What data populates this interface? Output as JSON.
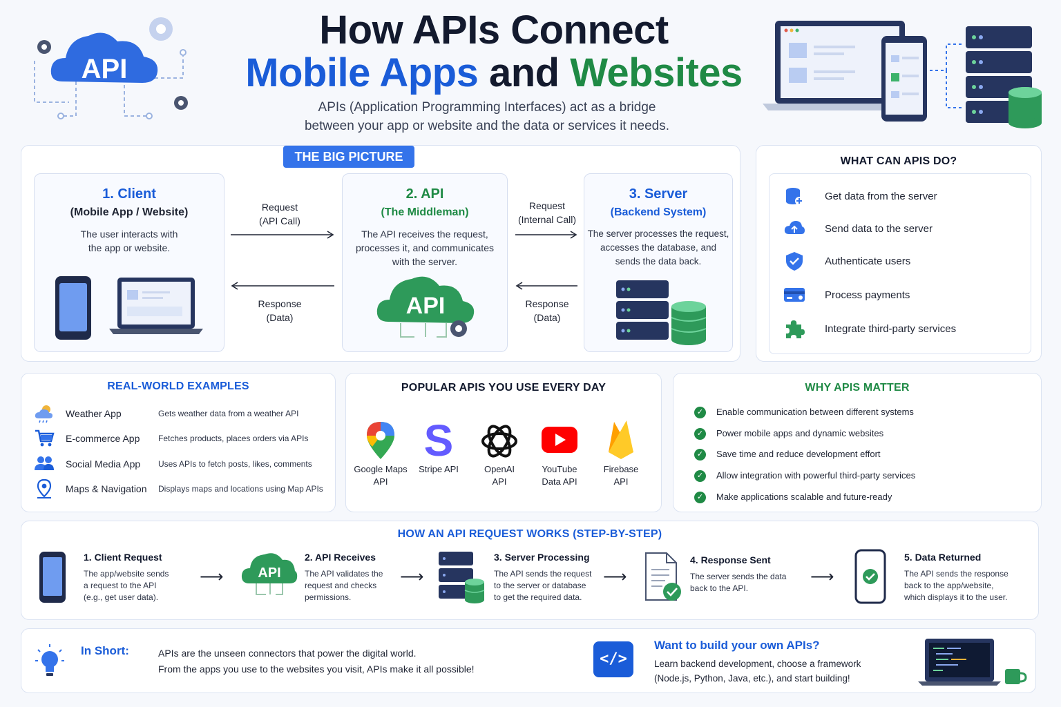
{
  "header": {
    "title_line1": "How APIs Connect",
    "title_mobile": "Mobile Apps",
    "title_and": "and",
    "title_websites": "Websites",
    "subtitle_line1": "APIs (Application Programming Interfaces) act as a bridge",
    "subtitle_line2": "between your app or website and the data or services it needs.",
    "logo_text": "API"
  },
  "big_picture": {
    "tag": "THE BIG PICTURE",
    "client": {
      "title": "1. Client",
      "subtitle": "(Mobile App / Website)",
      "desc_line1": "The user interacts with",
      "desc_line2": "the app or website."
    },
    "api": {
      "title": "2. API",
      "subtitle": "(The Middleman)",
      "desc_line1": "The API receives the request,",
      "desc_line2": "processes it, and communicates",
      "desc_line3": "with the server.",
      "cloud_text": "API"
    },
    "server": {
      "title": "3. Server",
      "subtitle": "(Backend System)",
      "desc_line1": "The server processes the request,",
      "desc_line2": "accesses the database, and",
      "desc_line3": "sends the data back."
    },
    "arrow1_top": "Request",
    "arrow1_bottom": "(API Call)",
    "arrow1_resp_top": "Response",
    "arrow1_resp_bottom": "(Data)",
    "arrow2_top": "Request",
    "arrow2_bottom": "(Internal Call)",
    "arrow2_resp_top": "Response",
    "arrow2_resp_bottom": "(Data)"
  },
  "what_can": {
    "heading": "WHAT CAN APIS DO?",
    "items": [
      {
        "icon": "database-add-icon",
        "label": "Get data from the server"
      },
      {
        "icon": "cloud-upload-icon",
        "label": "Send data to the server"
      },
      {
        "icon": "shield-check-icon",
        "label": "Authenticate users"
      },
      {
        "icon": "credit-card-icon",
        "label": "Process payments"
      },
      {
        "icon": "puzzle-icon",
        "label": "Integrate third-party services"
      }
    ]
  },
  "examples": {
    "heading": "REAL-WORLD EXAMPLES",
    "items": [
      {
        "icon": "weather-icon",
        "name": "Weather App",
        "desc": "Gets weather data from a weather API"
      },
      {
        "icon": "cart-icon",
        "name": "E-commerce App",
        "desc": "Fetches products, places orders via APIs"
      },
      {
        "icon": "users-icon",
        "name": "Social Media App",
        "desc": "Uses APIs to fetch posts, likes, comments"
      },
      {
        "icon": "map-pin-icon",
        "name": "Maps & Navigation",
        "desc": "Displays maps and locations using Map APIs"
      }
    ]
  },
  "popular": {
    "heading": "POPULAR APIS YOU USE EVERY DAY",
    "items": [
      {
        "icon": "google-maps-icon",
        "line1": "Google Maps",
        "line2": "API"
      },
      {
        "icon": "stripe-icon",
        "line1": "Stripe API",
        "line2": ""
      },
      {
        "icon": "openai-icon",
        "line1": "OpenAI",
        "line2": "API"
      },
      {
        "icon": "youtube-icon",
        "line1": "YouTube",
        "line2": "Data API"
      },
      {
        "icon": "firebase-icon",
        "line1": "Firebase",
        "line2": "API"
      }
    ],
    "stripe_letter": "S"
  },
  "why": {
    "heading": "WHY APIS MATTER",
    "items": [
      "Enable communication between different systems",
      "Power mobile apps and dynamic websites",
      "Save time and reduce development effort",
      "Allow integration with powerful third-party services",
      "Make applications scalable and future-ready"
    ]
  },
  "steps": {
    "heading": "HOW AN API REQUEST WORKS (STEP-BY-STEP)",
    "items": [
      {
        "icon": "phone-icon",
        "title": "1. Client Request",
        "lines": [
          "The app/website sends",
          "a request to the API",
          "(e.g., get user data)."
        ]
      },
      {
        "icon": "api-cloud-icon",
        "title": "2. API Receives",
        "lines": [
          "The API validates the",
          "request and checks",
          "permissions."
        ]
      },
      {
        "icon": "server-icon",
        "title": "3. Server Processing",
        "lines": [
          "The API sends the request",
          "to the server or database",
          "to get the required data."
        ]
      },
      {
        "icon": "document-check-icon",
        "title": "4. Response Sent",
        "lines": [
          "The server sends the data",
          "back to the API."
        ]
      },
      {
        "icon": "phone-check-icon",
        "title": "5. Data Returned",
        "lines": [
          "The API sends the response",
          "back to the app/website,",
          "which displays it to the user."
        ]
      }
    ],
    "cloud_text": "API"
  },
  "summary": {
    "label": "In Short:",
    "line1": "APIs are the unseen connectors that power the digital world.",
    "line2": "From the apps you use to the websites you visit, APIs make it all possible!",
    "cta_title": "Want to build your own APIs?",
    "cta_line1": "Learn backend development, choose a framework",
    "cta_line2": "(Node.js, Python, Java, etc.), and start building!",
    "code_glyph": "</>"
  },
  "colors": {
    "blue": "#1a5cd8",
    "green": "#1f8a45",
    "navy": "#26355f",
    "light_blue": "#3473ea"
  }
}
